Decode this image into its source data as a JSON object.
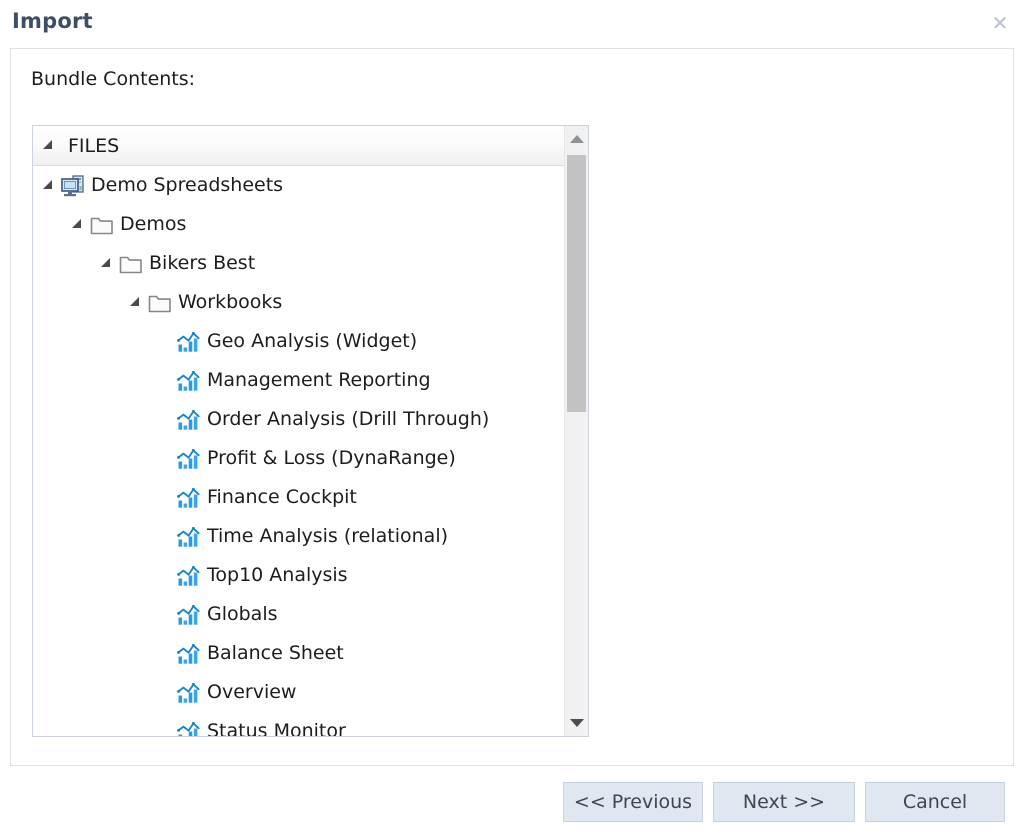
{
  "dialog": {
    "title": "Import",
    "close_icon": "close-icon"
  },
  "content": {
    "bundle_label": "Bundle Contents:"
  },
  "tree": {
    "header": {
      "label": "FILES",
      "expander_icon": "expander-expanded-icon"
    },
    "nodes": [
      {
        "label": "Demo Spreadsheets",
        "icon": "computer-icon",
        "depth": 1,
        "expanded": true
      },
      {
        "label": "Demos",
        "icon": "folder-icon",
        "depth": 2,
        "expanded": true
      },
      {
        "label": "Bikers Best",
        "icon": "folder-icon",
        "depth": 3,
        "expanded": true
      },
      {
        "label": "Workbooks",
        "icon": "folder-icon",
        "depth": 4,
        "expanded": true
      },
      {
        "label": "Geo Analysis (Widget)",
        "icon": "workbook-icon",
        "depth": 5,
        "expanded": false
      },
      {
        "label": "Management Reporting",
        "icon": "workbook-icon",
        "depth": 5,
        "expanded": false
      },
      {
        "label": "Order Analysis (Drill Through)",
        "icon": "workbook-icon",
        "depth": 5,
        "expanded": false
      },
      {
        "label": "Profit & Loss (DynaRange)",
        "icon": "workbook-icon",
        "depth": 5,
        "expanded": false
      },
      {
        "label": "Finance Cockpit",
        "icon": "workbook-icon",
        "depth": 5,
        "expanded": false
      },
      {
        "label": "Time Analysis (relational)",
        "icon": "workbook-icon",
        "depth": 5,
        "expanded": false
      },
      {
        "label": "Top10 Analysis",
        "icon": "workbook-icon",
        "depth": 5,
        "expanded": false
      },
      {
        "label": "Globals",
        "icon": "workbook-icon",
        "depth": 5,
        "expanded": false
      },
      {
        "label": "Balance Sheet",
        "icon": "workbook-icon",
        "depth": 5,
        "expanded": false
      },
      {
        "label": "Overview",
        "icon": "workbook-icon",
        "depth": 5,
        "expanded": false
      },
      {
        "label": "Status Monitor",
        "icon": "workbook-icon",
        "depth": 5,
        "expanded": false
      }
    ],
    "scrollbar": {
      "up_icon": "scroll-up-arrow-icon",
      "down_icon": "scroll-down-arrow-icon"
    }
  },
  "footer": {
    "previous_label": "<< Previous",
    "next_label": "Next >>",
    "cancel_label": "Cancel"
  },
  "colors": {
    "title": "#3f4f63",
    "button_bg": "#dfe7f0",
    "button_border": "#c6d2e0",
    "icon_blue": "#2b9ae0",
    "panel_border": "#e2e2e2",
    "tree_border": "#ccd3dd",
    "scroll_thumb": "#c2c2c2"
  }
}
